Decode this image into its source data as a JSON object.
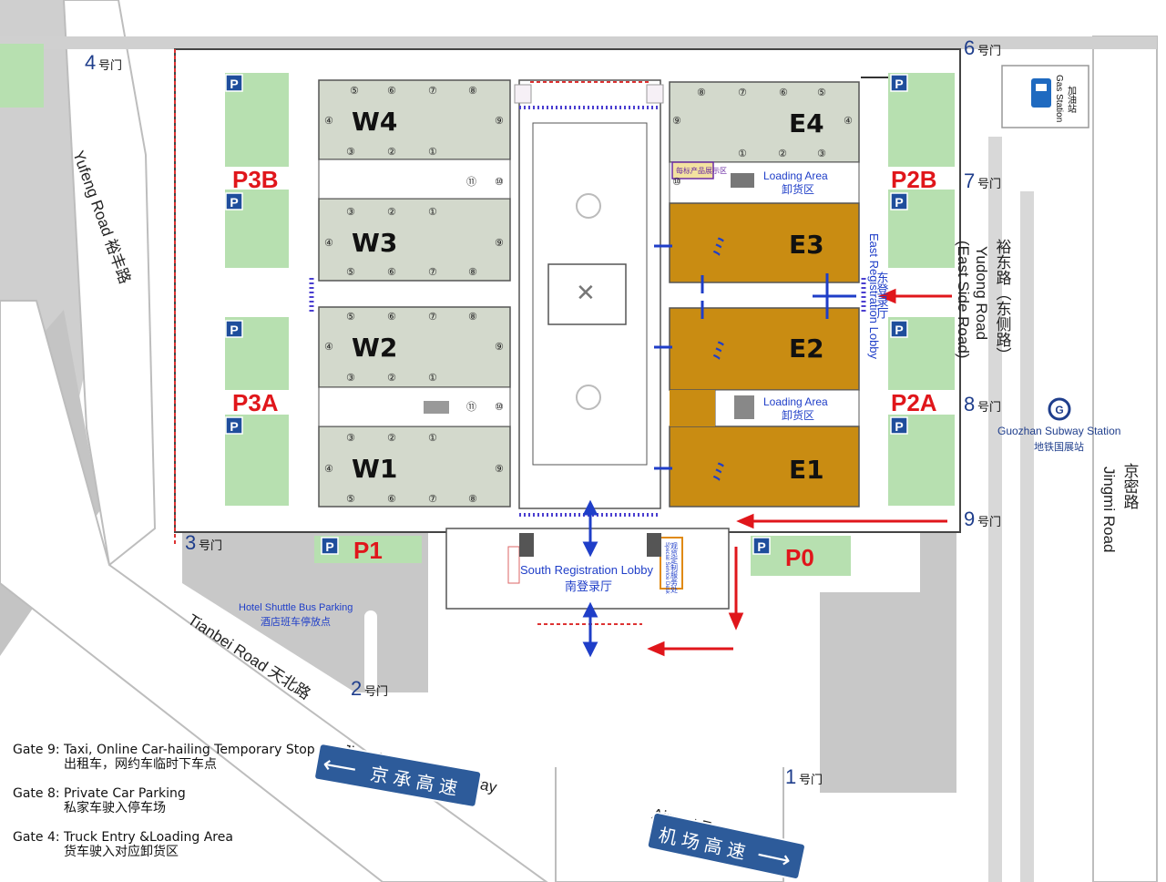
{
  "halls": {
    "W4": "W4",
    "W3": "W3",
    "W2": "W2",
    "W1": "W1",
    "E4": "E4",
    "E3": "E3",
    "E2": "E2",
    "E1": "E1"
  },
  "parking": {
    "P3B": "P3B",
    "P3A": "P3A",
    "P2B": "P2B",
    "P2A": "P2A",
    "P1": "P1",
    "P0": "P0",
    "icon_letter": "P"
  },
  "gates": {
    "g1": {
      "num": "1",
      "label": "号门"
    },
    "g2": {
      "num": "2",
      "label": "号门"
    },
    "g3": {
      "num": "3",
      "label": "号门"
    },
    "g4": {
      "num": "4",
      "label": "号门"
    },
    "g6": {
      "num": "6",
      "label": "号门"
    },
    "g7": {
      "num": "7",
      "label": "号门"
    },
    "g8": {
      "num": "8",
      "label": "号门"
    },
    "g9": {
      "num": "9",
      "label": "号门"
    }
  },
  "loading_area": {
    "en": "Loading Area",
    "zh": "卸货区"
  },
  "lobbies": {
    "south_en": "South Registration Lobby",
    "south_zh": "南登录厅",
    "east_en": "East Registration Lobby",
    "east_zh": "东登录厅",
    "small_box": "观览定制服务处",
    "small_box_en": "Special Service Desk",
    "e4_box": "每标产品展示区"
  },
  "places": {
    "gas_en": "Gas Station",
    "gas_zh": "加油站",
    "subway_en": "Guozhan Subway Station",
    "subway_zh": "地铁国展站",
    "shuttle_en": "Hotel Shuttle Bus Parking",
    "shuttle_zh": "酒店班车停放点"
  },
  "roads": {
    "yufeng": "Yufeng Road 裕丰路",
    "yudong_en1": "Yudong Road",
    "yudong_en2": "(East Side Road)",
    "yudong_zh": "裕东路（东侧路）",
    "jingmi_zh": "京密路",
    "jingmi_en": "Jingmi Road",
    "tianbei": "Tianbei Road 天北路",
    "jingcheng_en": "Jingcheng Expressway",
    "jingcheng_zh": "京 承 高 速",
    "airport_en": "Airport Expressway",
    "airport_zh": "机 场 高 速"
  },
  "legend": [
    {
      "en": "Gate 9: Taxi, Online Car-hailing Temporary Stop",
      "zh": "出租车，网约车临时下车点"
    },
    {
      "en": "Gate 8: Private Car Parking",
      "zh": "私家车驶入停车场"
    },
    {
      "en": "Gate 4: Truck Entry &Loading Area",
      "zh": "货车驶入对应卸货区"
    }
  ],
  "door_numbers": {
    "top_row": [
      "⑤",
      "⑥",
      "⑦",
      "⑧"
    ],
    "bottom_row": [
      "③",
      "②",
      "①"
    ],
    "side": [
      "④",
      "⑨",
      "⑩",
      "⑪"
    ],
    "east_top": [
      "⑧",
      "⑦",
      "⑥",
      "⑤"
    ]
  },
  "colors": {
    "west_hall": "#d3d9cc",
    "east_hall": "#c98c12",
    "parking_green": "#b7e0b0",
    "road_gray": "#c8c8c8",
    "red": "#e0161b",
    "blue": "#1f3ec8"
  }
}
